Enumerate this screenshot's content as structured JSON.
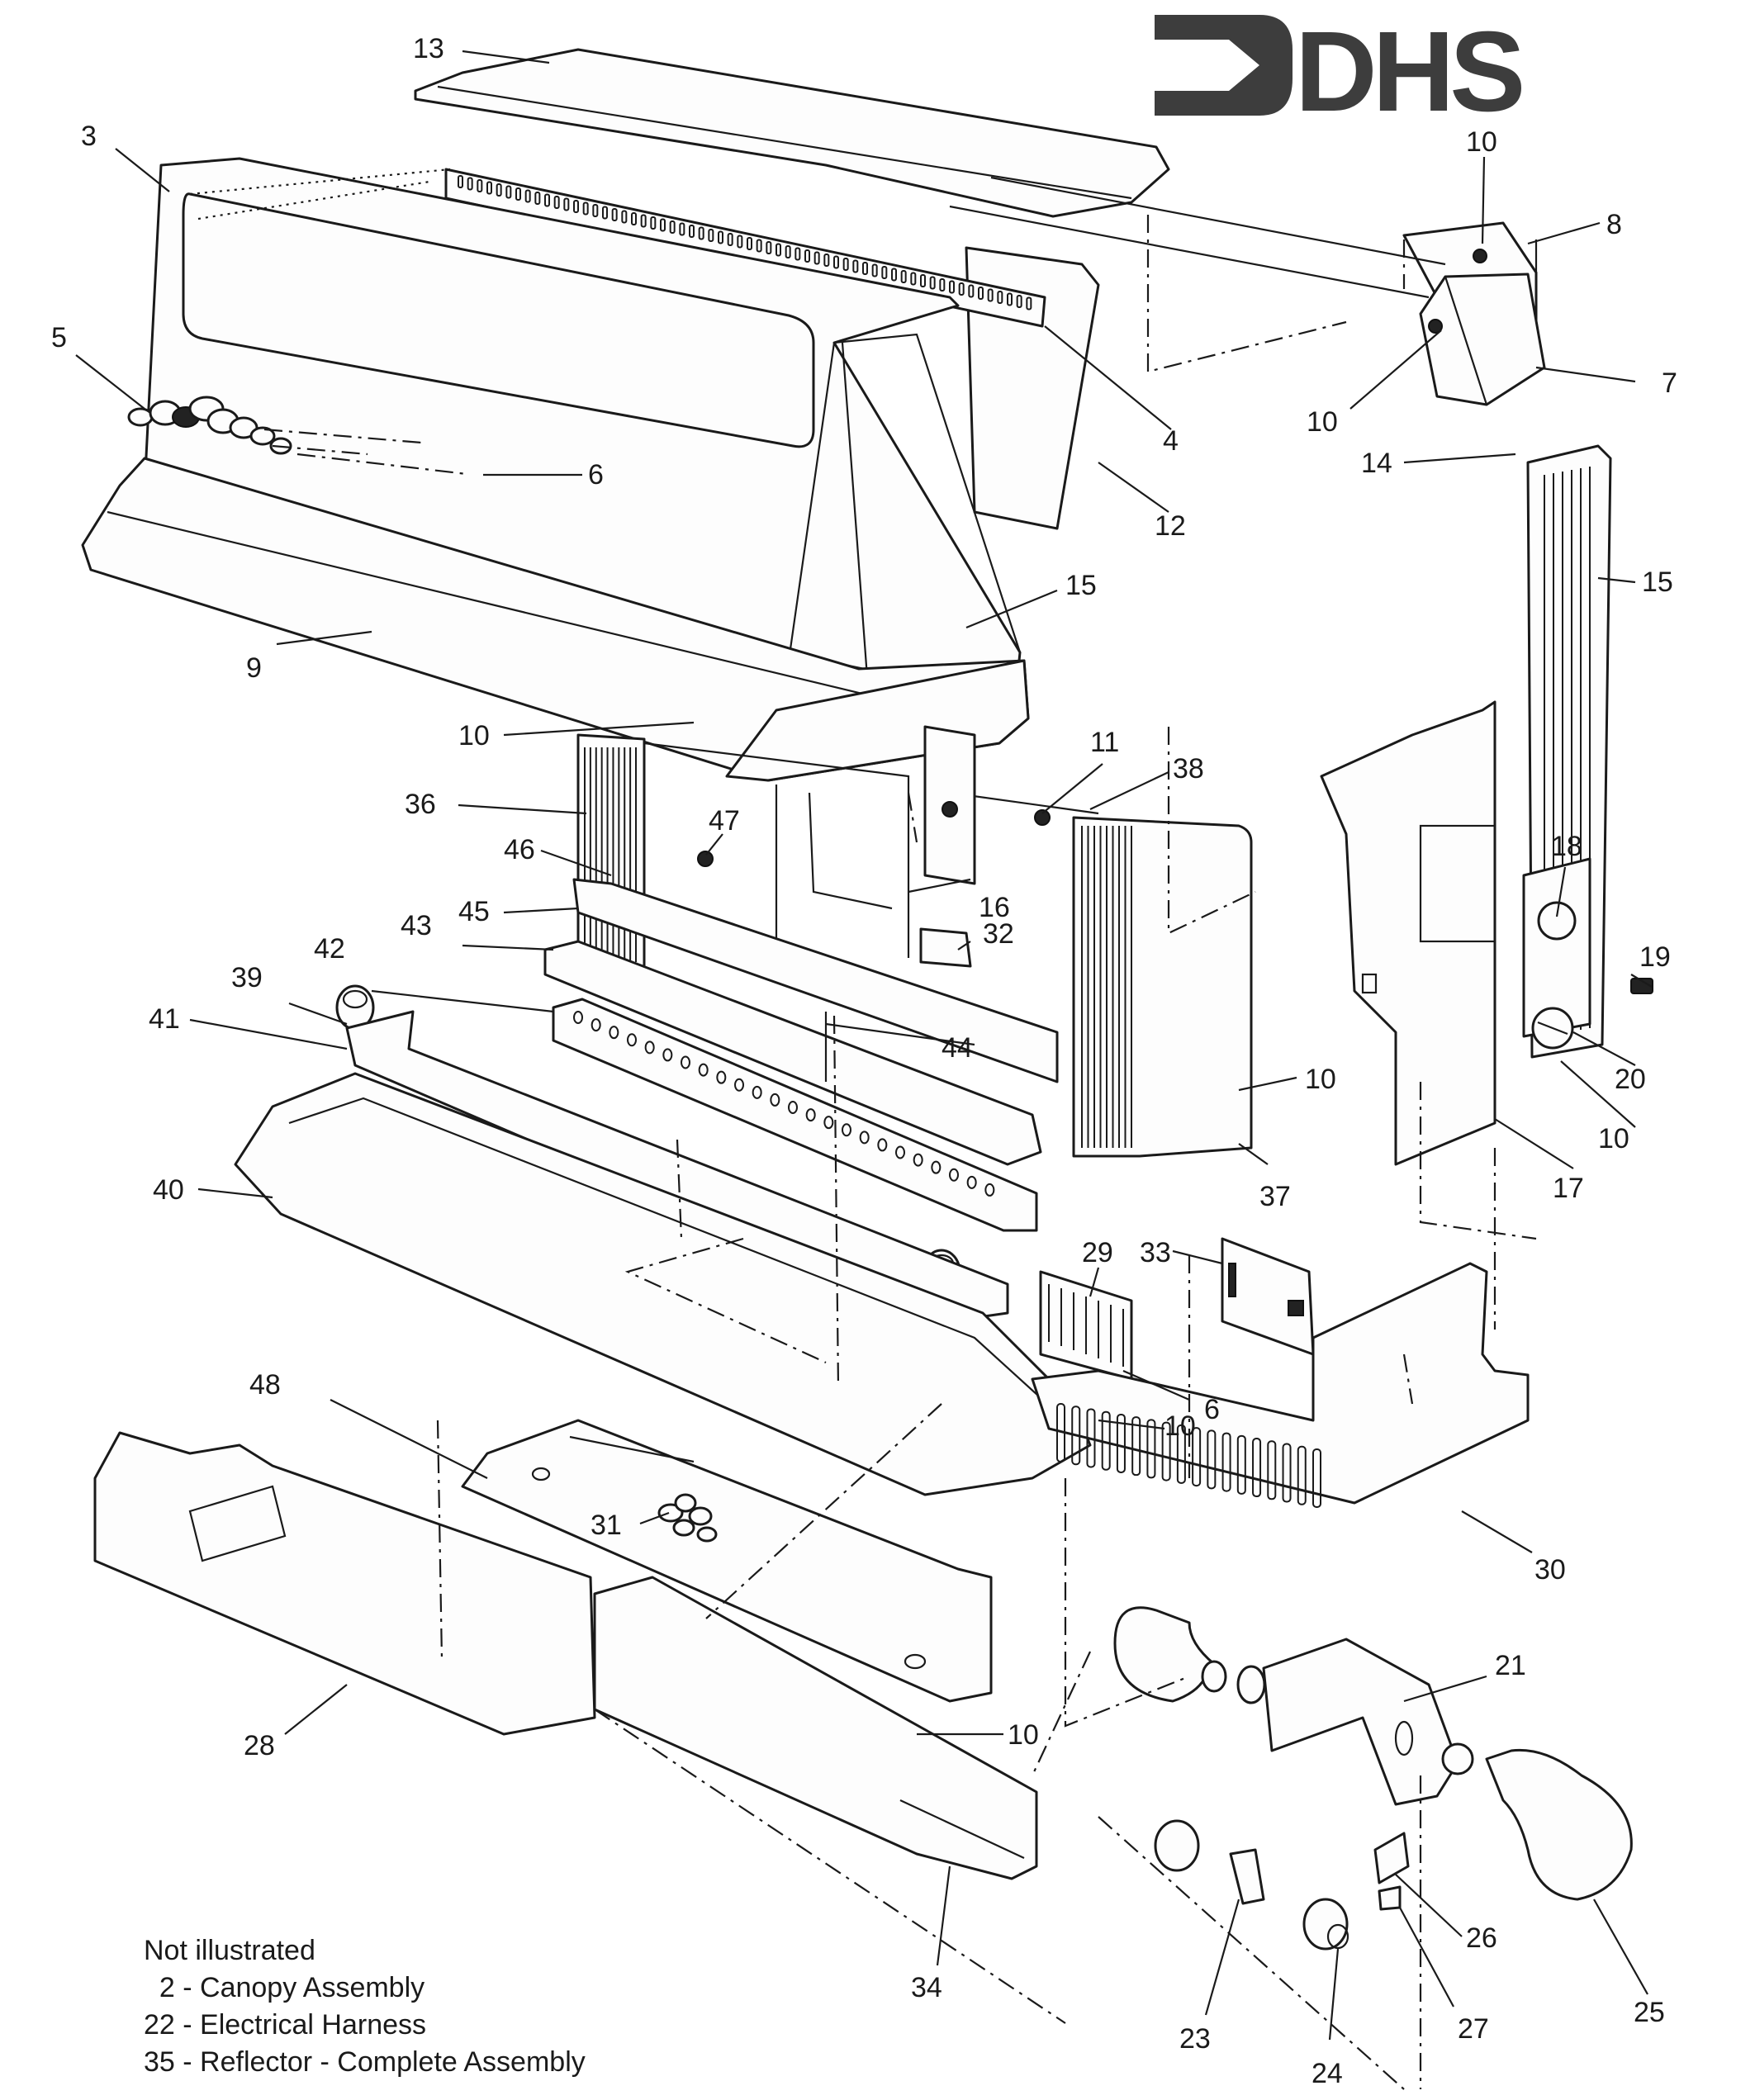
{
  "logo": {
    "brand": "DHS",
    "icon": "arrow-bracket-logo-icon",
    "color": "#3d3d3d"
  },
  "callouts": {
    "c3": "3",
    "c4": "4",
    "c5": "5",
    "c6a": "6",
    "c6b": "6",
    "c7": "7",
    "c8": "8",
    "c9": "9",
    "c10a": "10",
    "c10b": "10",
    "c10c": "10",
    "c10d": "10",
    "c10e": "10",
    "c10f": "10",
    "c10g": "10",
    "c11": "11",
    "c12": "12",
    "c13": "13",
    "c14": "14",
    "c15a": "15",
    "c15b": "15",
    "c16": "16",
    "c17": "17",
    "c18": "18",
    "c19": "19",
    "c20": "20",
    "c21": "21",
    "c23": "23",
    "c24": "24",
    "c25": "25",
    "c26": "26",
    "c27": "27",
    "c28": "28",
    "c29": "29",
    "c30": "30",
    "c31": "31",
    "c32": "32",
    "c33": "33",
    "c34": "34",
    "c36": "36",
    "c37": "37",
    "c38": "38",
    "c39": "39",
    "c40": "40",
    "c41": "41",
    "c42": "42",
    "c43": "43",
    "c44": "44",
    "c45": "45",
    "c46": "46",
    "c47": "47",
    "c48": "48"
  },
  "notes": {
    "heading": "Not illustrated",
    "items": [
      "  2 - Canopy Assembly",
      "22 - Electrical Harness",
      "35 - Reflector - Complete Assembly"
    ]
  }
}
